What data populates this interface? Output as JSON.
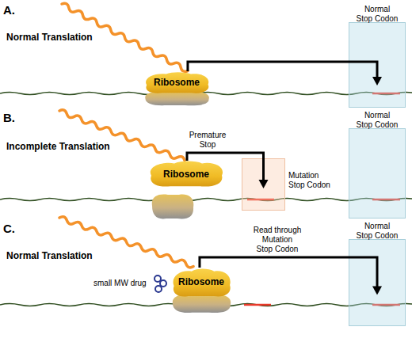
{
  "diagram": {
    "nodes": [
      {
        "text": [
          "Ribosome"
        ]
      },
      {
        "text": [
          "Normal Stop Codon"
        ]
      },
      {
        "text": [
          "Ribosome"
        ]
      },
      {
        "text": [
          "Mutation Stop Codon"
        ]
      },
      {
        "text": [
          "Normal Stop Codon"
        ]
      },
      {
        "text": [
          "Ribosome"
        ]
      },
      {
        "text": [
          "Normal Stop Codon"
        ]
      }
    ],
    "edges": [
      {
        "from": 0,
        "to": 1,
        "arrow": "to"
      },
      {
        "from": 2,
        "to": 3,
        "arrow": "to",
        "label": "Premature Stop"
      },
      {
        "from": 5,
        "to": 6,
        "arrow": "to",
        "label": "Read through Mutation Stop Codon"
      }
    ],
    "labels": [
      "A.",
      "Normal Translation",
      "B.",
      "Incomplete Translation",
      "C.",
      "Normal Translation",
      "small MW drug"
    ]
  }
}
